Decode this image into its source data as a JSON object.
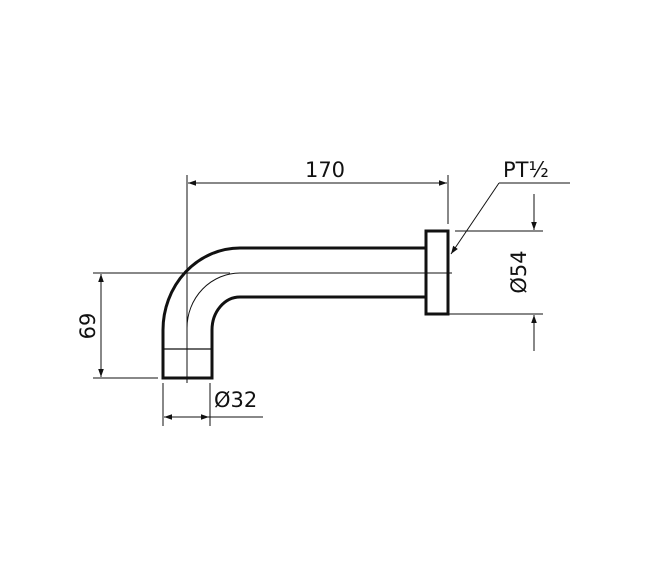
{
  "drawing": {
    "length_label": "170",
    "height_label": "69",
    "pipe_diameter_label": "Ø32",
    "flange_diameter_label": "Ø54",
    "thread_label": "PT½"
  },
  "colors": {
    "line": "#111111",
    "background": "#ffffff"
  }
}
